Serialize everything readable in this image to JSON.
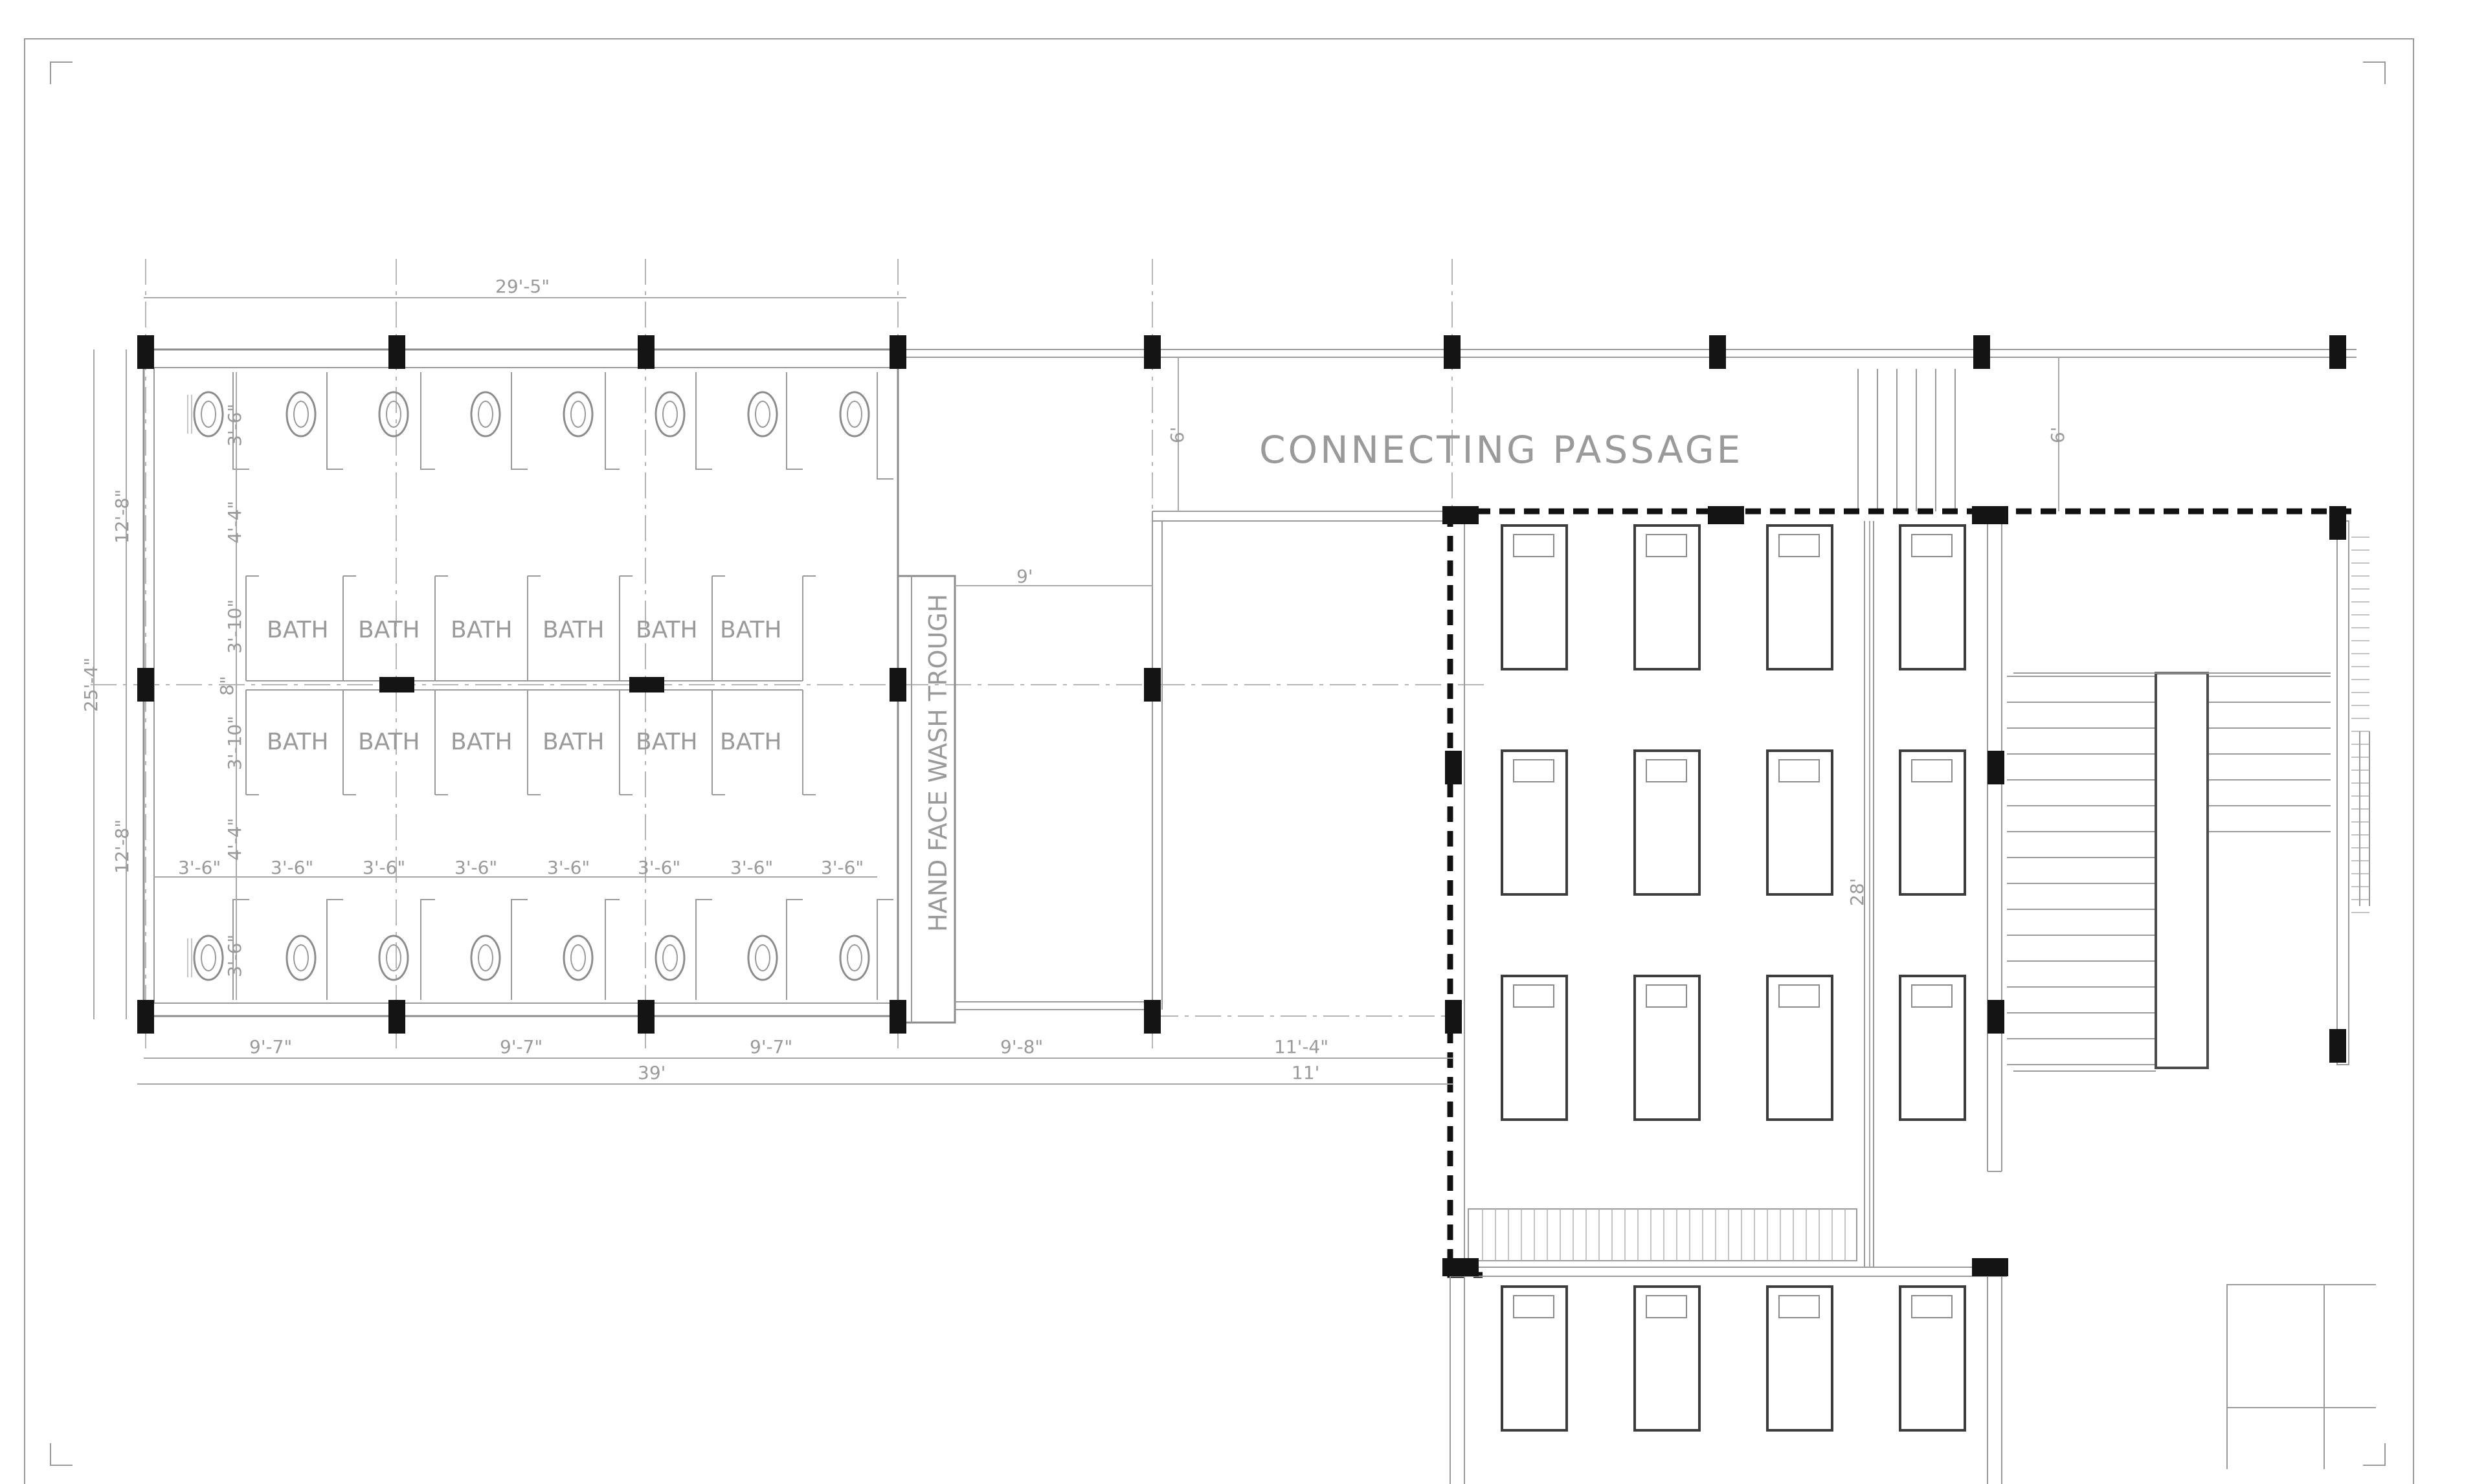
{
  "sheet": {
    "labels": {
      "connecting_passage": "CONNECTING PASSAGE",
      "wash_trough": "HAND FACE WASH TROUGH",
      "bath": "BATH"
    },
    "dims": {
      "top_span": "29'-5\"",
      "bay": "9'-7\"",
      "bay_4": "9'-8\"",
      "bay_5": "11'-4\"",
      "overall": "39'",
      "overall_2": "11'",
      "height_total": "25'-4\"",
      "height_half": "12'-8\"",
      "cubicle": "3'-6\"",
      "depth": "3'-6\"",
      "corridor": "4'-4\"",
      "bath_depth": "3'-10\"",
      "mid_wall": "8\"",
      "passage_width": "6'",
      "passage_width_2": "6'",
      "trough_gap": "9'",
      "dorm_depth": "28'"
    }
  },
  "colors": {
    "line": "#9a9a9a",
    "column": "#141414",
    "bed": "#3c3c3c",
    "dashed_boundary": "#111111"
  }
}
